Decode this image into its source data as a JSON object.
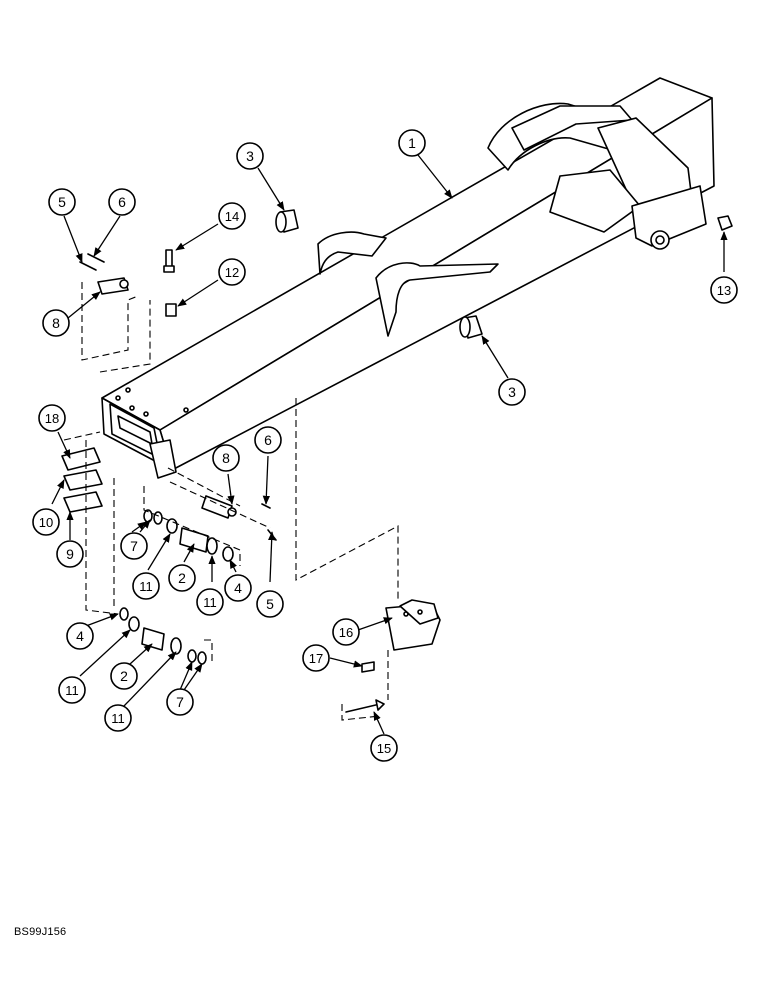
{
  "document_ref": "BS99J156",
  "callouts": [
    {
      "id": "c-1",
      "label": "1"
    },
    {
      "id": "c-3a",
      "label": "3"
    },
    {
      "id": "c-3b",
      "label": "3"
    },
    {
      "id": "c-5a",
      "label": "5"
    },
    {
      "id": "c-6a",
      "label": "6"
    },
    {
      "id": "c-14",
      "label": "14"
    },
    {
      "id": "c-12",
      "label": "12"
    },
    {
      "id": "c-8a",
      "label": "8"
    },
    {
      "id": "c-13",
      "label": "13"
    },
    {
      "id": "c-18",
      "label": "18"
    },
    {
      "id": "c-10",
      "label": "10"
    },
    {
      "id": "c-9",
      "label": "9"
    },
    {
      "id": "c-8b",
      "label": "8"
    },
    {
      "id": "c-6b",
      "label": "6"
    },
    {
      "id": "c-7a",
      "label": "7"
    },
    {
      "id": "c-11a",
      "label": "11"
    },
    {
      "id": "c-2a",
      "label": "2"
    },
    {
      "id": "c-11b",
      "label": "11"
    },
    {
      "id": "c-4a",
      "label": "4"
    },
    {
      "id": "c-5b",
      "label": "5"
    },
    {
      "id": "c-16",
      "label": "16"
    },
    {
      "id": "c-17",
      "label": "17"
    },
    {
      "id": "c-4b",
      "label": "4"
    },
    {
      "id": "c-11c",
      "label": "11"
    },
    {
      "id": "c-2b",
      "label": "2"
    },
    {
      "id": "c-11d",
      "label": "11"
    },
    {
      "id": "c-7b",
      "label": "7"
    },
    {
      "id": "c-15",
      "label": "15"
    }
  ]
}
